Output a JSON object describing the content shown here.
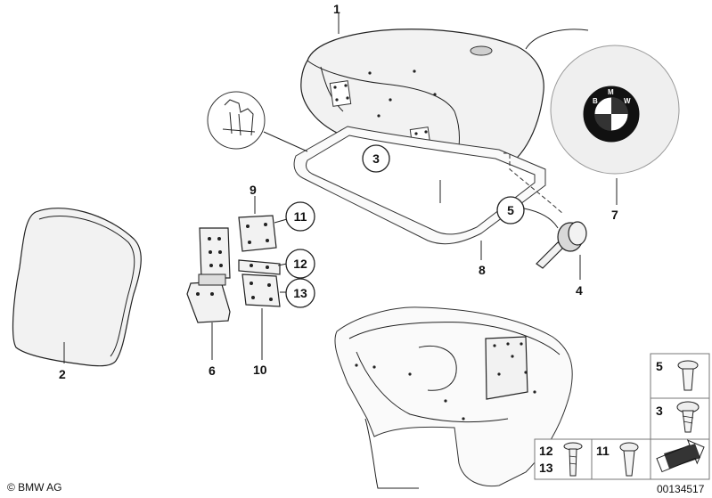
{
  "callouts": {
    "c1": "1",
    "c2": "2",
    "c3": "3",
    "c4": "4",
    "c5": "5",
    "c6": "6",
    "c7": "7",
    "c8": "8",
    "c9": "9",
    "c10": "10",
    "c11": "11",
    "c12": "12",
    "c13": "13"
  },
  "legend": {
    "item5": "5",
    "item3": "3",
    "item12": "12",
    "item13": "13",
    "item11": "11"
  },
  "emblem_letters": [
    "B",
    "M",
    "W"
  ],
  "footer": {
    "copyright": "© BMW AG",
    "diagram_number": "00134517"
  }
}
